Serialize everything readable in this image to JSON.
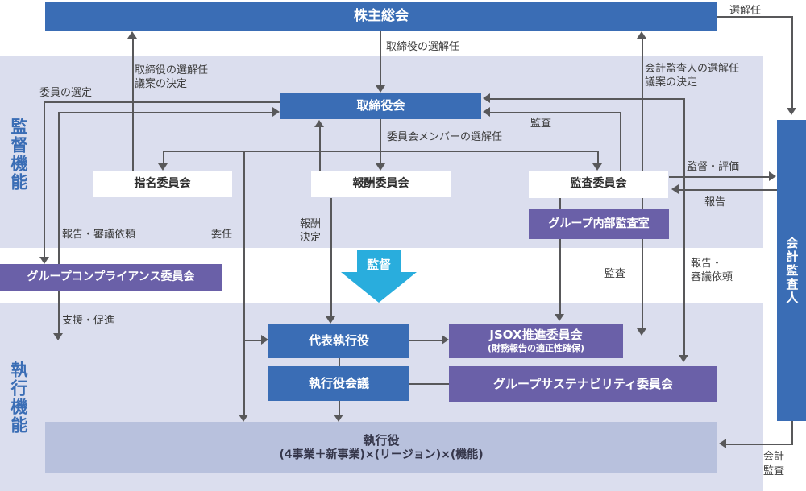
{
  "colors": {
    "blue": "#3a6db5",
    "purple": "#6a60a8",
    "cyan": "#29addd",
    "band": "#dbdeee",
    "bar": "#b8c1dd",
    "line": "#58585a",
    "text": "#3c3c3c",
    "sideLabel": "#3a6db5"
  },
  "sections": {
    "supervisory": "監督機能",
    "executive": "執行機能"
  },
  "nodes": {
    "shareholders": "株主総会",
    "board": "取締役会",
    "nomination": "指名委員会",
    "compensation": "報酬委員会",
    "audit_committee": "監査委員会",
    "internal_audit": "グループ内部監査室",
    "compliance": "グループコンプライアンス委員会",
    "ceo": "代表執行役",
    "exec_meeting": "執行役会議",
    "jsox": "JSOX推進委員会",
    "jsox_sub": "(財務報告の適正性確保)",
    "sustainability": "グループサステナビリティ委員会",
    "officers": "執行役",
    "officers_sub": "(4事業＋新事業)×(リージョン)×(機能)",
    "auditor": "会計監査人"
  },
  "labels": {
    "dismissal": "選解任",
    "director_appointment": "取締役の選解任",
    "director_proposal_l1": "取締役の選解任",
    "director_proposal_l2": "議案の決定",
    "member_selection": "委員の選定",
    "committee_member_appointment": "委員会メンバーの選解任",
    "audit_to_board": "監査",
    "auditor_proposal_l1": "会計監査人の選解任",
    "auditor_proposal_l2": "議案の決定",
    "supervision_evaluation": "監督・評価",
    "report": "報告",
    "report_request_left": "報告・審議依頼",
    "delegation": "委任",
    "remuneration_l1": "報酬",
    "remuneration_l2": "決定",
    "supervision": "監督",
    "support": "支援・促進",
    "audit_down": "監査",
    "report_request_right_l1": "報告・",
    "report_request_right_l2": "審議依頼",
    "accounting_audit_l1": "会計",
    "accounting_audit_l2": "監査"
  }
}
